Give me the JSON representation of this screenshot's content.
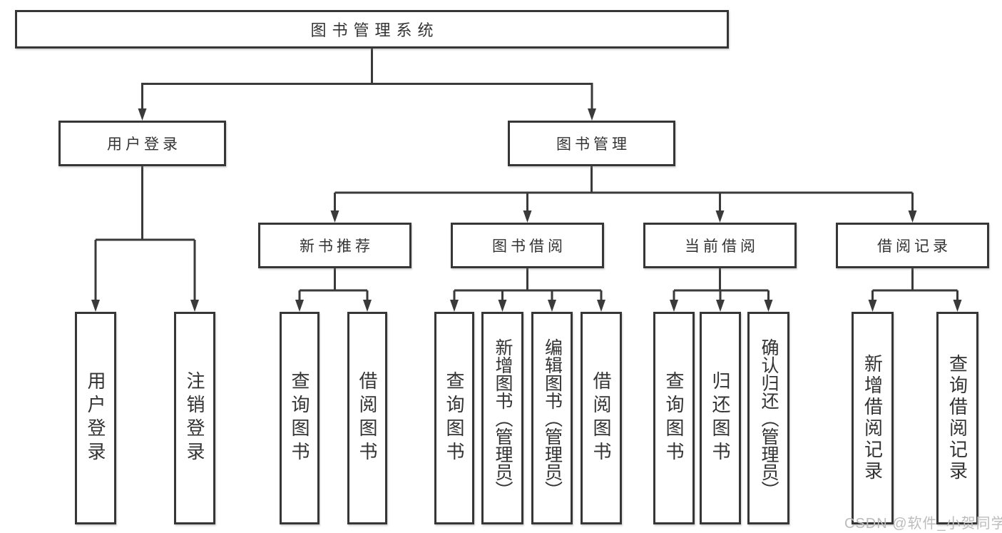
{
  "diagram": {
    "root_label": "图书管理系统",
    "branch_labels": [
      "用户登录",
      "图书管理"
    ],
    "section_labels": [
      "新书推荐",
      "图书借阅",
      "当前借阅",
      "借阅记录"
    ],
    "leaf_labels": [
      "用户登录",
      "注销登录",
      "查询图书",
      "借阅图书",
      "查询图书",
      "新增图书（管理员）",
      "编辑图书（管理员）",
      "借阅图书",
      "查询图书",
      "归还图书",
      "确认归还（管理员）",
      "新增借阅记录",
      "查询借阅记录"
    ],
    "watermark": "CSDN @软件_小贺同学",
    "colors": {
      "line": "#3a3a3a",
      "box_border": "#363636",
      "text": "#333333",
      "watermark": "#bcbcbc",
      "background": "#ffffff"
    }
  }
}
